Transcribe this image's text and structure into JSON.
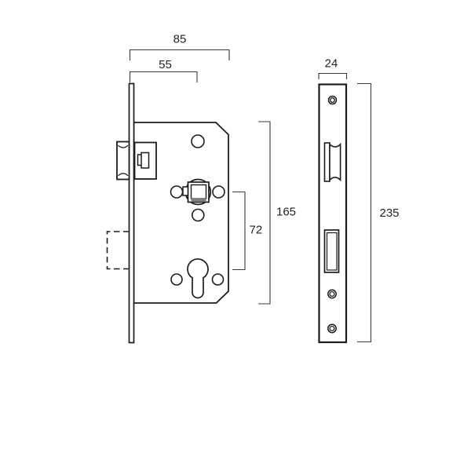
{
  "page": {
    "background": "#ffffff"
  },
  "drawing": {
    "type": "mortise-lock-technical-drawing",
    "line_color": "#1c1c1c",
    "dim_line_color": "#3a3a3a",
    "text_color": "#22232b",
    "shading_color": "#7d7d7d",
    "fill_color": "#ffffff",
    "dimensions": {
      "case_depth": "85",
      "backset": "55",
      "case_height": "165",
      "centre_distance": "72",
      "faceplate_width": "24",
      "faceplate_height": "235"
    }
  }
}
